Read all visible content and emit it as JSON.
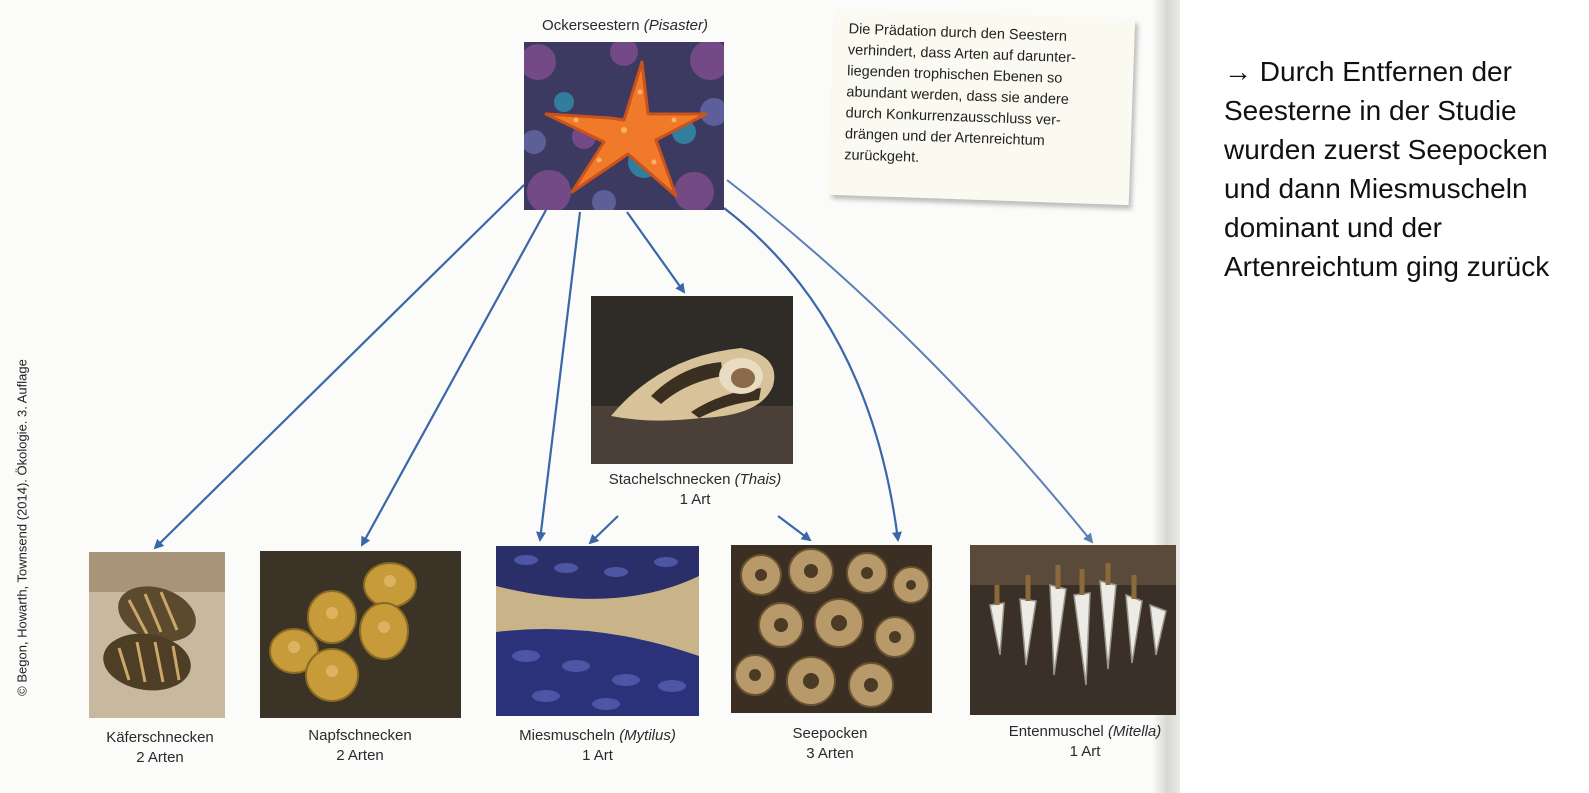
{
  "top_predator": {
    "name": "Ockerseestern",
    "latin": "(Pisaster)"
  },
  "note": {
    "lines": [
      "Die Prädation durch den Seestern",
      "verhindert, dass Arten auf darunter-",
      "liegenden trophischen Ebenen so",
      "abundant werden, dass sie andere",
      "durch Konkurrenzausschluss ver-",
      "drängen und der Artenreichtum",
      "zurückgeht."
    ]
  },
  "middle_predator": {
    "name": "Stachelschnecken",
    "latin": "(Thais)",
    "count": "1 Art"
  },
  "prey": [
    {
      "name": "Käferschnecken",
      "latin": "",
      "count": "2 Arten"
    },
    {
      "name": "Napfschnecken",
      "latin": "",
      "count": "2 Arten"
    },
    {
      "name": "Miesmuscheln",
      "latin": "(Mytilus)",
      "count": "1 Art"
    },
    {
      "name": "Seepocken",
      "latin": "",
      "count": "3 Arten"
    },
    {
      "name": "Entenmuschel",
      "latin": "(Mitella)",
      "count": "1 Art"
    }
  ],
  "side_text": {
    "arrow": "→",
    "text": "Durch Entfernen der Seesterne in der Studie wurden zuerst Seepocken und dann Miesmuscheln dominant und der Artenreichtum ging zurück"
  },
  "copyright": "© Begon, Howarth, Townsend (2014). Ökologie. 3. Auflage",
  "colors": {
    "arrow": "#3a67a8",
    "arrow_light": "#5a7fb5",
    "starfish": "#f07a2a"
  }
}
